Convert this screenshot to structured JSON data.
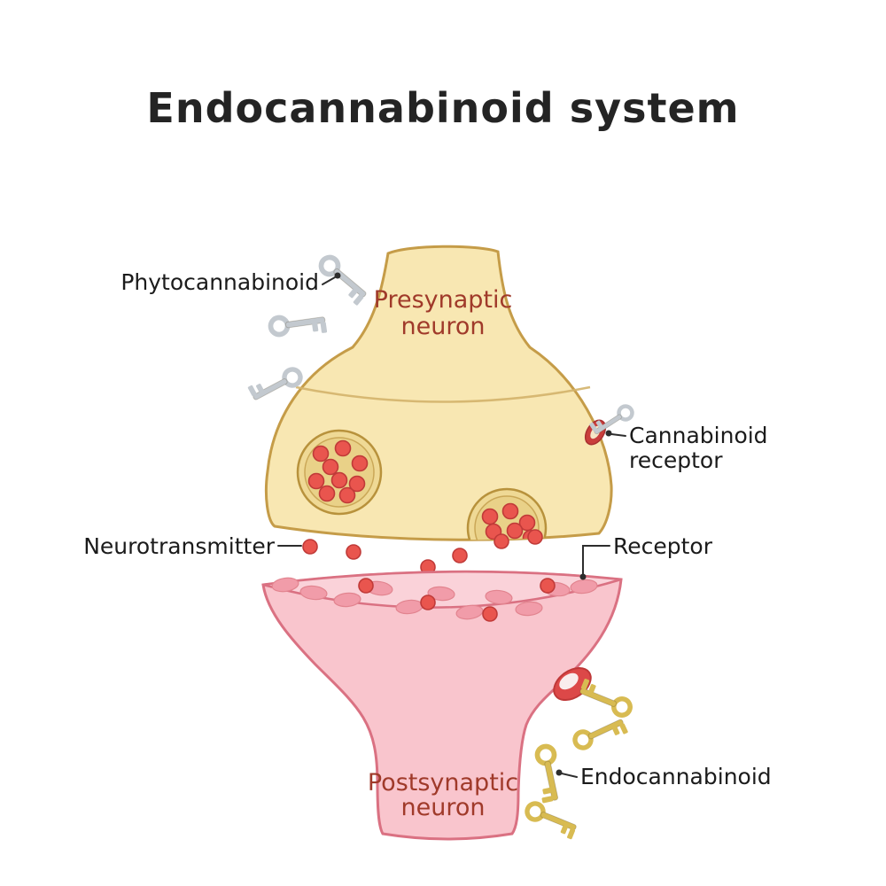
{
  "title": "Endocannabinoid system",
  "diagram": {
    "presynaptic_neuron": {
      "line1": "Presynaptic",
      "line2": "neuron"
    },
    "postsynaptic_neuron": {
      "line1": "Postsynaptic",
      "line2": "neuron"
    },
    "phytocannabinoid": "Phytocannabinoid",
    "cannabinoid_receptor": {
      "line1": "Cannabinoid",
      "line2": "receptor"
    },
    "neurotransmitter": "Neurotransmitter",
    "receptor": "Receptor",
    "endocannabinoid": "Endocannabinoid"
  },
  "colors": {
    "presynaptic_fill": "#f8e7b2",
    "presynaptic_outline": "#c59c48",
    "postsynaptic_fill": "#f9c5cd",
    "postsynaptic_rim_fill": "#fad2d9",
    "postsynaptic_outline": "#da7182",
    "neurotransmitter_dot": "#e9554e",
    "receptor_oval": "#f19ca9",
    "receptor_red": "#dc4848",
    "phytocannabinoid_key": "#c3c9cf",
    "endocannabinoid_key": "#d8bb52",
    "neuron_label_text": "#a03a2a",
    "label_text": "#1b1b1b"
  }
}
